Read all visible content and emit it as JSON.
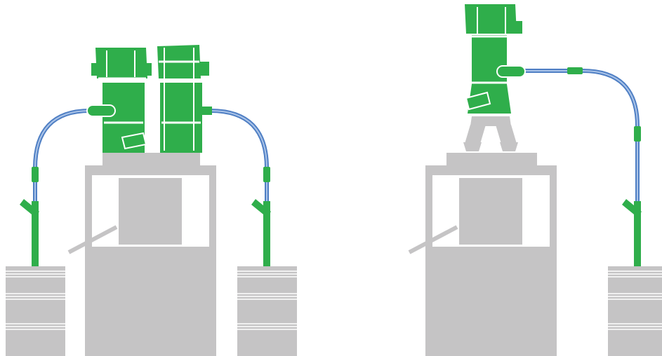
{
  "colors": {
    "equipment": "#c5c4c5",
    "pump": "#2fae4b",
    "pump_dark": "#1f7d35",
    "hose": "#4f7fc4",
    "hose_light": "#a9c3e8",
    "background": "#ffffff"
  },
  "scenes": [
    {
      "name": "dual-pump-setup",
      "pumps": 2,
      "drums": 2
    },
    {
      "name": "single-pump-setup",
      "pumps": 1,
      "drums": 1
    }
  ]
}
